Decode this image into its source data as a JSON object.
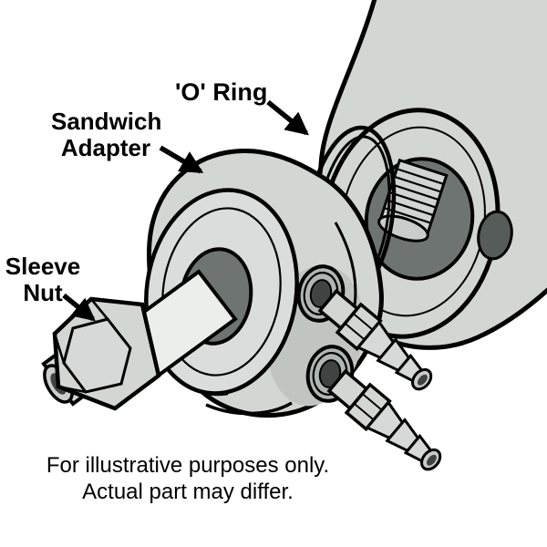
{
  "diagram": {
    "labels": {
      "o_ring": "'O' Ring",
      "sandwich_adapter_line1": "Sandwich",
      "sandwich_adapter_line2": "Adapter",
      "sleeve_nut_line1": "Sleeve",
      "sleeve_nut_line2": "Nut"
    },
    "caption": {
      "line1": "For illustrative purposes only.",
      "line2": "Actual part may differ."
    },
    "colors": {
      "ink": "#000000",
      "paper": "#ffffff",
      "metal": "#d3d7d4",
      "metal_light": "#eceeec",
      "metal_mid": "#b0b6b3",
      "metal_dark": "#6d7471",
      "hole": "#3f4442"
    }
  }
}
